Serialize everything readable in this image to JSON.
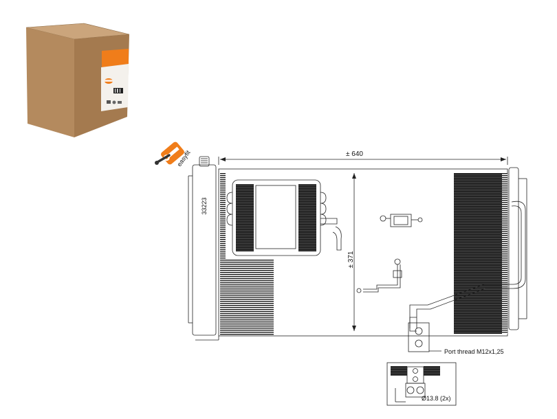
{
  "product_box": {
    "colors": {
      "front": "#b48a5e",
      "side": "#a47a4f",
      "top": "#cba57c",
      "accent": "#f07d1a"
    },
    "logo_icon": "nrf-logo-icon",
    "label_icon": "barcode-label-icon"
  },
  "badge": {
    "text": "easyfit",
    "icon": "wrench-icon",
    "color": "#f07d1a"
  },
  "drawing": {
    "width_dim": "± 640",
    "height_dim": "± 371",
    "part_number": "33223",
    "port_thread": "Port thread M12x1,25",
    "port_diameter": "Ø13.8 (2x)"
  }
}
